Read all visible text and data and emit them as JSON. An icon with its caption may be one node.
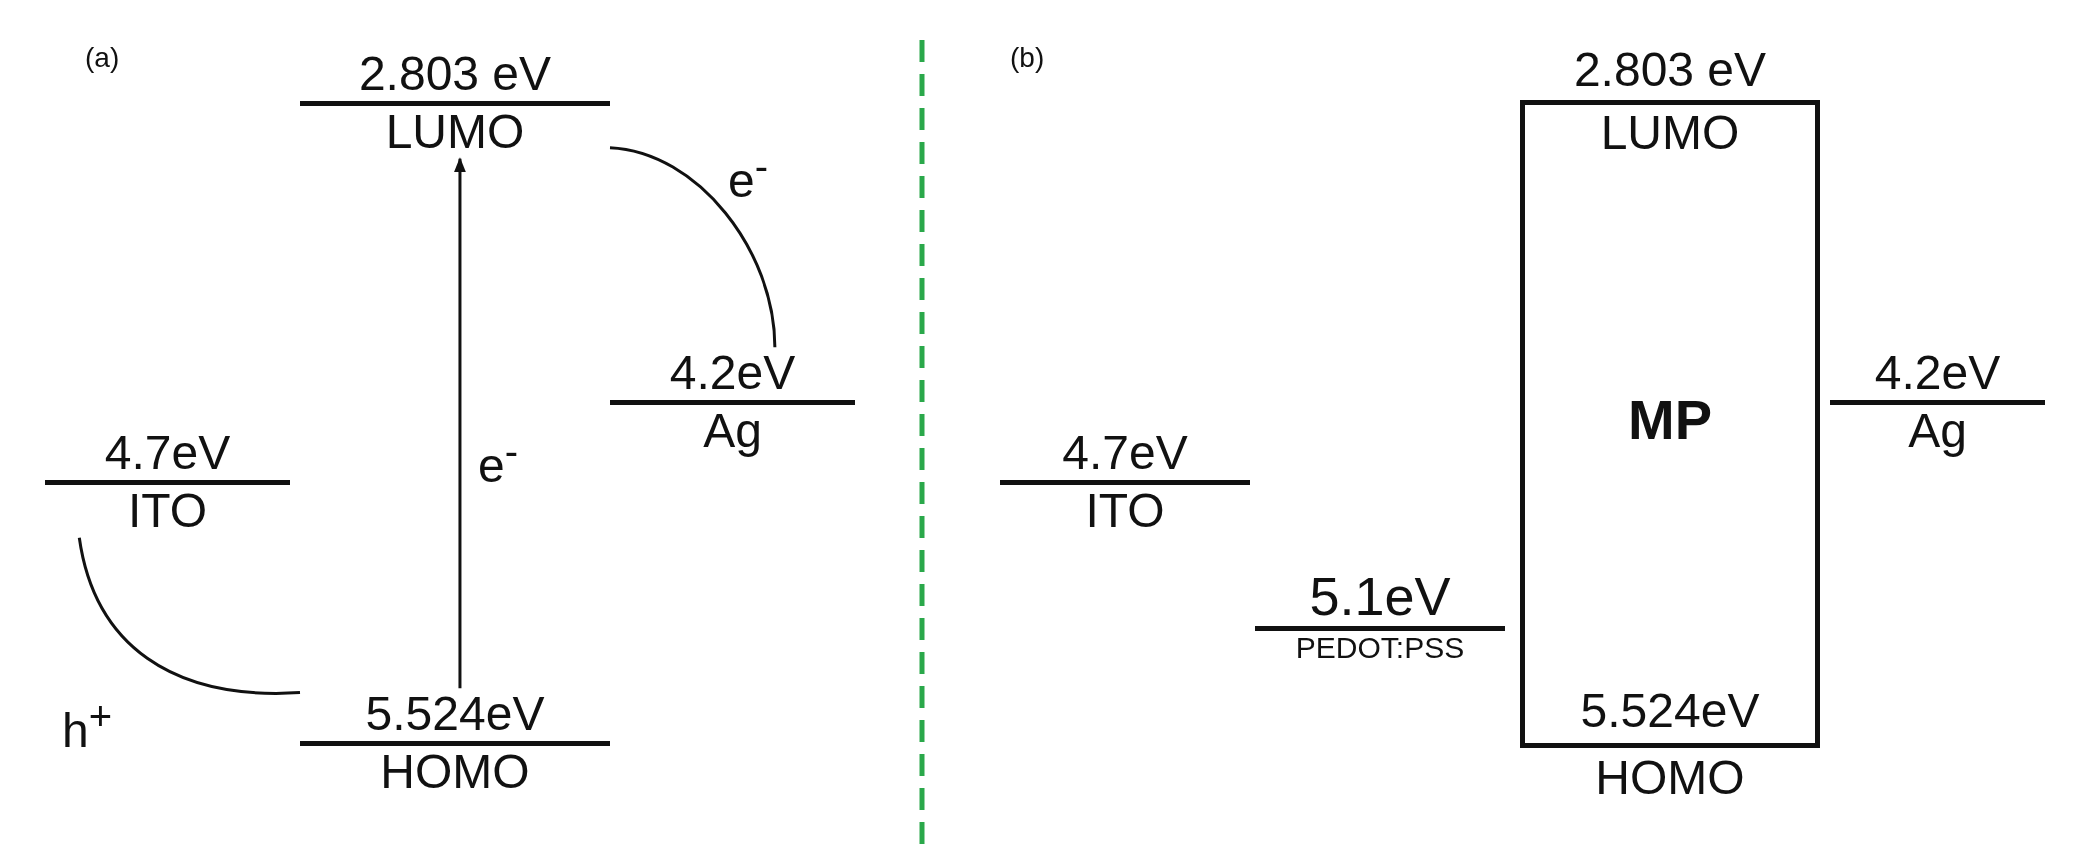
{
  "diagram": {
    "nodes": [
      {
        "text": [
          "2.803 eV",
          "LUMO"
        ]
      },
      {
        "text": [
          "4.2eV",
          "Ag"
        ]
      },
      {
        "text": [
          "4.7eV",
          "ITO"
        ]
      },
      {
        "text": [
          "5.524eV",
          "HOMO"
        ]
      },
      {
        "text": [
          "4.7eV",
          "ITO"
        ]
      },
      {
        "text": [
          "5.1eV",
          "PEDOT:PSS"
        ]
      },
      {
        "text": [
          "2.803 eV",
          "LUMO",
          "MP",
          "5.524eV",
          "HOMO"
        ]
      },
      {
        "text": [
          "4.2eV",
          "Ag"
        ]
      }
    ],
    "edges": [
      {
        "from": 3,
        "to": 0,
        "arrow": "to",
        "label": "e$^{-}$"
      },
      {
        "from": 1,
        "to": 0,
        "arrow": "none",
        "label": "e$^{-}$"
      },
      {
        "from": 3,
        "to": 2,
        "arrow": "none",
        "label": "h$^{+}$"
      }
    ],
    "labels": [
      "(a)",
      "(b)"
    ]
  }
}
